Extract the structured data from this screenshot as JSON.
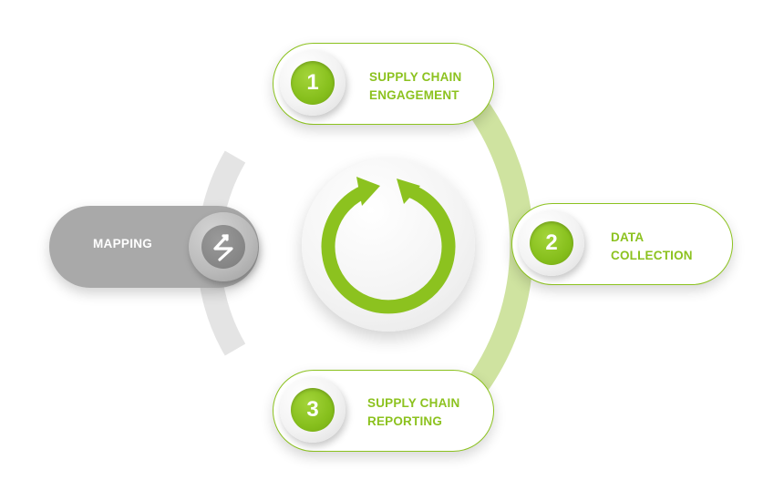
{
  "colors": {
    "accent": "#8cc21f",
    "accent_light": "#cfe3a0",
    "gray_pill": "#a9a9a9",
    "gray_arc": "#e4e4e4"
  },
  "mapping": {
    "label": "MAPPING",
    "icon": "lightning-icon"
  },
  "center": {
    "icon": "circular-arrows-icon"
  },
  "steps": [
    {
      "number": "1",
      "lines": [
        "SUPPLY CHAIN",
        "ENGAGEMENT"
      ]
    },
    {
      "number": "2",
      "lines": [
        "DATA",
        "COLLECTION"
      ]
    },
    {
      "number": "3",
      "lines": [
        "SUPPLY CHAIN",
        "REPORTING"
      ]
    }
  ]
}
